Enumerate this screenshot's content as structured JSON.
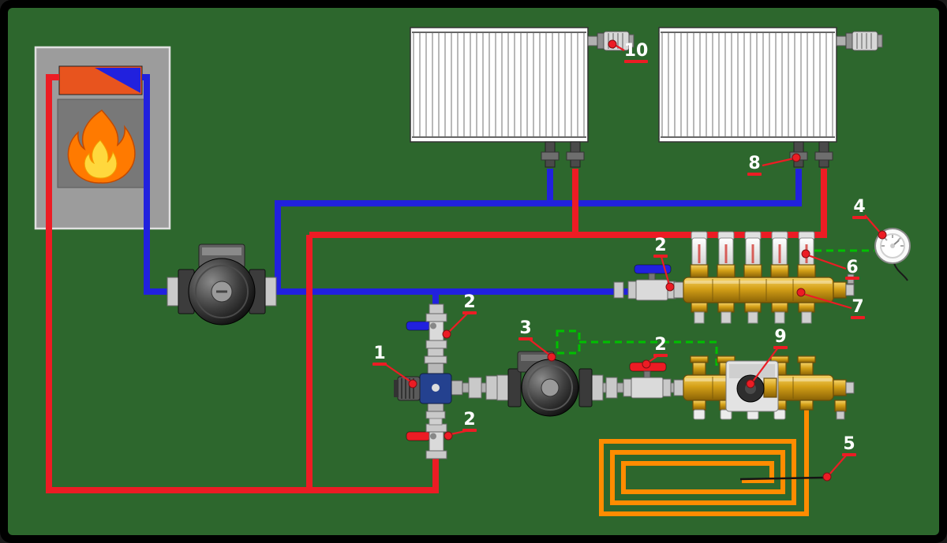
{
  "diagram": {
    "type": "heating-system-schematic",
    "background": "#2d672d",
    "colors": {
      "pipe_hot": "#ec1c24",
      "pipe_return": "#2121de",
      "pipe_floor_loop": "#ff8c00",
      "control_signal": "#00c000",
      "callout": "#ec1c24",
      "manifold_brass": "#d4a017"
    },
    "callouts": [
      {
        "number": "10",
        "target": "radiator-thermostatic-valve"
      },
      {
        "number": "8",
        "target": "radiator-lockshield-valve"
      },
      {
        "number": "4",
        "target": "room-thermostat"
      },
      {
        "number": "6",
        "target": "manifold-flow-meters"
      },
      {
        "number": "7",
        "target": "manifold-supply-bar"
      },
      {
        "number": "2",
        "target": "ball-valve-manifold-supply"
      },
      {
        "number": "2",
        "target": "ball-valve-mixing-top"
      },
      {
        "number": "1",
        "target": "thermostatic-mixing-valve"
      },
      {
        "number": "3",
        "target": "circulation-pump-floor"
      },
      {
        "number": "2",
        "target": "ball-valve-manifold-return"
      },
      {
        "number": "9",
        "target": "manifold-mixing-unit"
      },
      {
        "number": "2",
        "target": "ball-valve-mixing-bottom"
      },
      {
        "number": "5",
        "target": "floor-heating-loop"
      }
    ],
    "counts": {
      "radiators": 2,
      "manifold_circuits": 5,
      "flow_meters": 5
    }
  }
}
